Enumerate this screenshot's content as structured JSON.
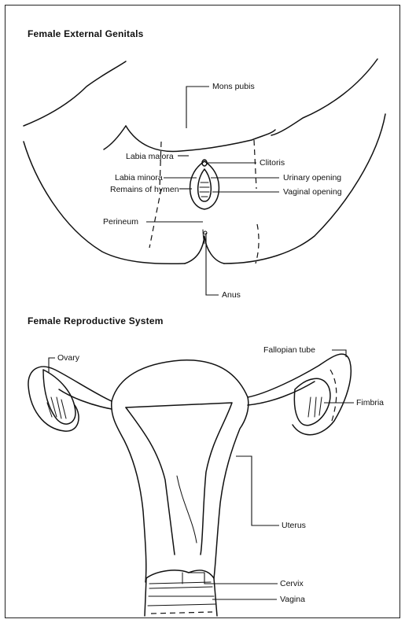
{
  "external": {
    "title": "Female External Genitals",
    "labels": {
      "mons_pubis": "Mons pubis",
      "labia_majora": "Labia majora",
      "clitoris": "Clitoris",
      "labia_minora": "Labia minora",
      "urinary_opening": "Urinary opening",
      "remains_of_hymen": "Remains of hymen",
      "vaginal_opening": "Vaginal opening",
      "perineum": "Perineum",
      "anus": "Anus"
    }
  },
  "reproductive": {
    "title": "Female Reproductive System",
    "labels": {
      "ovary": "Ovary",
      "fallopian_tube": "Fallopian tube",
      "fimbria": "Fimbria",
      "uterus": "Uterus",
      "cervix": "Cervix",
      "vagina": "Vagina"
    }
  }
}
